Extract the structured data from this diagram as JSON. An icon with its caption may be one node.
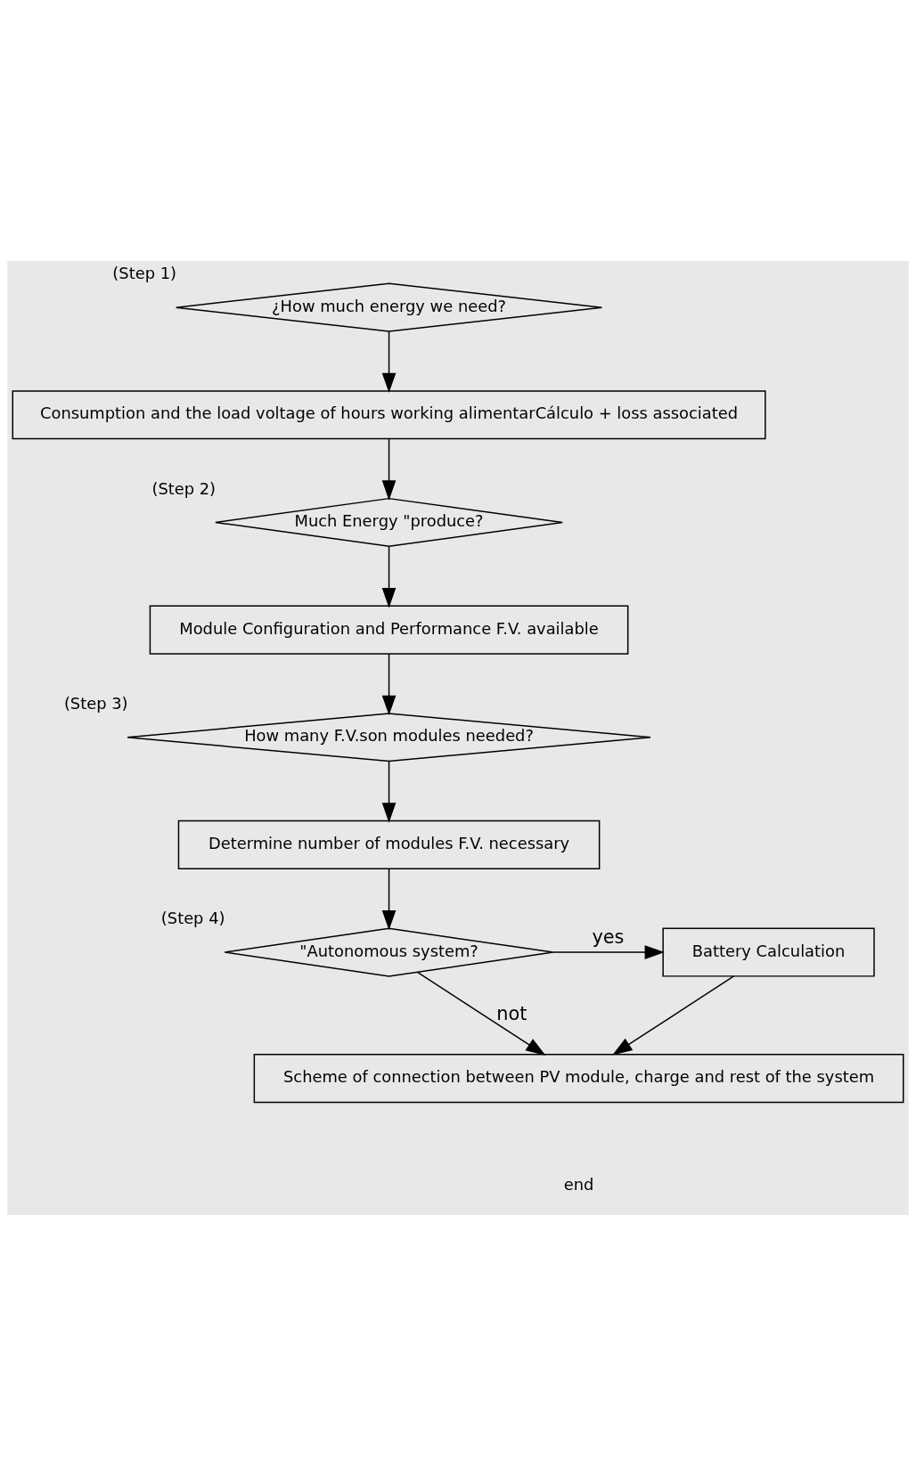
{
  "diagram": {
    "nodes": [
      {
        "text": [
          "¿How much energy we need?"
        ],
        "beside": [
          "(Step 1)"
        ]
      },
      {
        "text": [
          "Consumption and the load voltage of hours working alimentarCálculo + loss associated"
        ]
      },
      {
        "text": [
          "Much Energy \"produce?"
        ],
        "beside": [
          "(Step 2)"
        ]
      },
      {
        "text": [
          "Module Configuration and Performance F.V. available"
        ]
      },
      {
        "text": [
          "How many F.V.son modules needed?"
        ],
        "beside": [
          "(Step 3)"
        ]
      },
      {
        "text": [
          "Determine number of modules F.V. necessary"
        ]
      },
      {
        "text": [
          "\"Autonomous system?"
        ],
        "beside": [
          "(Step 4)"
        ]
      },
      {
        "text": [
          "Battery Calculation"
        ]
      },
      {
        "text": [
          "Scheme of connection between PV module, charge and rest of the system"
        ]
      }
    ],
    "edges": [
      {
        "from": 0,
        "to": 1,
        "arrow": "to"
      },
      {
        "from": 1,
        "to": 2,
        "arrow": "to"
      },
      {
        "from": 2,
        "to": 3,
        "arrow": "to"
      },
      {
        "from": 3,
        "to": 4,
        "arrow": "to"
      },
      {
        "from": 4,
        "to": 5,
        "arrow": "to"
      },
      {
        "from": 5,
        "to": 6,
        "arrow": "to"
      },
      {
        "from": 6,
        "to": 7,
        "arrow": "to",
        "label": "yes"
      },
      {
        "from": 6,
        "to": 8,
        "arrow": "to",
        "label": "not"
      },
      {
        "from": 7,
        "to": 8,
        "arrow": "to"
      }
    ],
    "labels": [
      "end"
    ]
  }
}
